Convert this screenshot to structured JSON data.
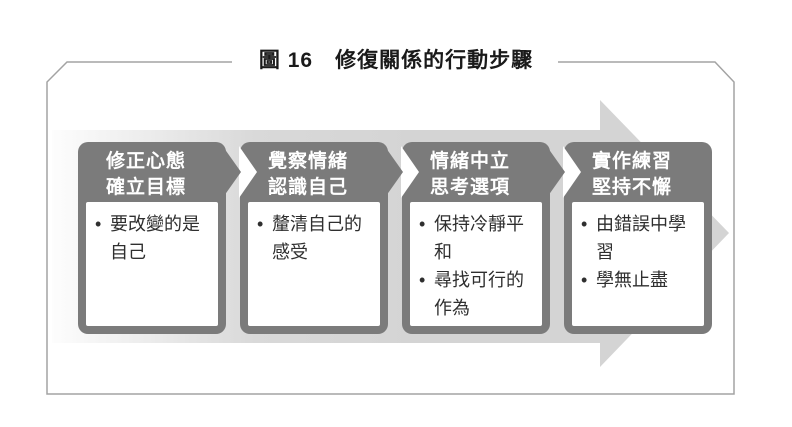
{
  "figure": {
    "title": "圖 16　修復關係的行動步驟"
  },
  "colors": {
    "step_frame_gray": "#7b7b7b",
    "arrow_light": "#fdfdfd",
    "arrow_gray": "#d6d6d6",
    "frame_border_gray": "#a3a3a3",
    "body_text": "#2f2f2f",
    "header_text": "#ffffff"
  },
  "steps": [
    {
      "header": "修正心態\n確立目標",
      "bullets": [
        "要改變的是自己"
      ]
    },
    {
      "header": "覺察情緒\n認識自己",
      "bullets": [
        "釐清自己的感受"
      ]
    },
    {
      "header": "情緒中立\n思考選項",
      "bullets": [
        "保持冷靜平和",
        "尋找可行的作為"
      ]
    },
    {
      "header": "實作練習\n堅持不懈",
      "bullets": [
        "由錯誤中學習",
        "學無止盡"
      ]
    }
  ]
}
